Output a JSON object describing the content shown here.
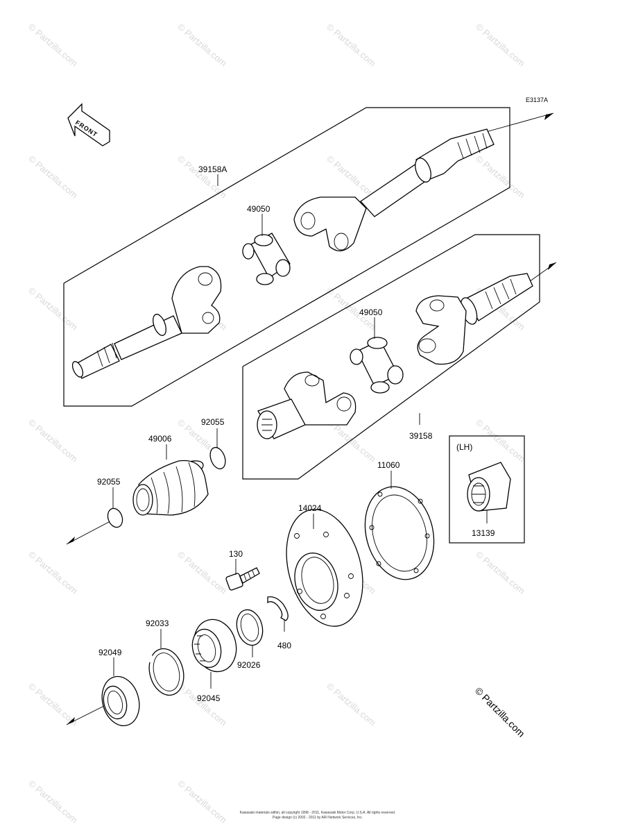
{
  "diagram_code": "E3137A",
  "front_indicator": "FRONT",
  "watermark_text": "© Partzilla.com",
  "corner_watermark": "© Partzilla.com",
  "lh_label": "(LH)",
  "parts": {
    "p39158A": "39158A",
    "p49050_top": "49050",
    "p49050_bottom": "49050",
    "p39158": "39158",
    "p92055_right": "92055",
    "p49006": "49006",
    "p92055_left": "92055",
    "p11060": "11060",
    "p14024": "14024",
    "p13139": "13139",
    "p130": "130",
    "p480": "480",
    "p92033": "92033",
    "p92026": "92026",
    "p92049": "92049",
    "p92045": "92045"
  },
  "footer": {
    "line1": "Kawasaki materials within, all copyright 1998 - 2011, Kawasaki Motor Corp. U.S.A. All rights reserved.",
    "line2": "Page design (c) 2002 - 2011 by ARI Network Services, Inc."
  }
}
